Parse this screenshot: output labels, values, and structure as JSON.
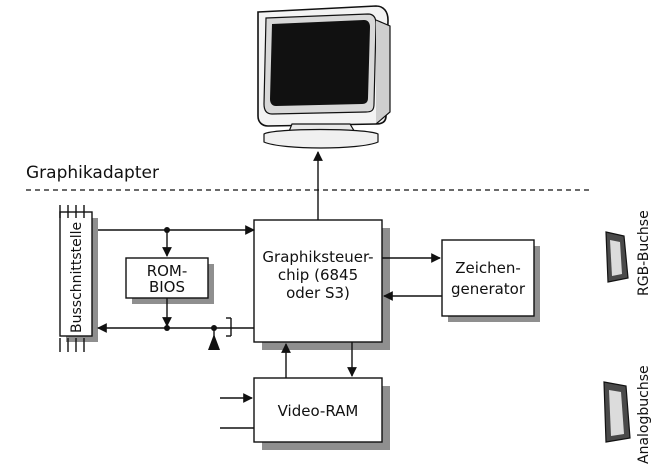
{
  "section_label": "Graphikadapter",
  "blocks": {
    "bus_interface": "Busschnittstelle",
    "rom_bios": [
      "ROM-",
      "BIOS"
    ],
    "graphics_chip": [
      "Graphiksteuer-",
      "chip (6845",
      "oder S3)"
    ],
    "char_generator": [
      "Zeichen-",
      "generator"
    ],
    "video_ram": "Video-RAM"
  },
  "connectors": {
    "rgb": "RGB-Buchse",
    "analog": "Analogbuchse"
  },
  "colors": {
    "line": "#111111",
    "shadow": "#8f8f8f",
    "connector": "#4a4a4a"
  }
}
